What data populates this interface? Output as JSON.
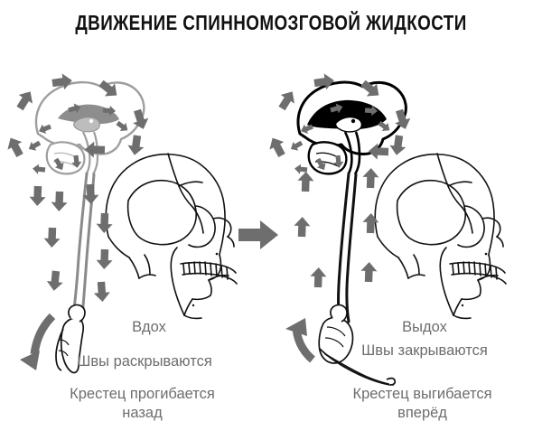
{
  "title": "ДВИЖЕНИЕ СПИННОМОЗГОВОЙ ЖИДКОСТИ",
  "colors": {
    "background": "#ffffff",
    "title_text": "#111111",
    "label_text": "#6d6d6d",
    "arrow_gray": "#6e6e6e",
    "brain_outline_inhale": "#9a9a9a",
    "brain_ventricle_inhale": "#8d8d8d",
    "brain_outline_exhale": "#000000",
    "brain_ventricle_exhale": "#000000",
    "spine_inhale": "#8a8a8a",
    "spine_exhale": "#111111",
    "skull_outline": "#111111",
    "sacrum_outline": "#111111"
  },
  "panels": [
    {
      "id": "inhale",
      "phase_label": "Вдох",
      "sutures_label": "Швы раскрываются",
      "sacrum_label": "Крестец прогибается\nназад",
      "flow_direction": "outward-down",
      "brain_style": "light-gray-outline",
      "sacrum_rotation": "backward",
      "curved_arrow_direction": "down"
    },
    {
      "id": "exhale",
      "phase_label": "Выдох",
      "sutures_label": "Швы закрываются",
      "sacrum_label": "Крестец выгибается\nвперёд",
      "flow_direction": "inward-up",
      "brain_style": "black-filled",
      "sacrum_rotation": "forward",
      "curved_arrow_direction": "up"
    }
  ],
  "divider": {
    "icon": "right-arrow-icon"
  },
  "anatomy": {
    "brain": "brain-sagittal-section",
    "skull": "skull-lateral-view",
    "spinal_cord": "spinal-cord",
    "sacrum": "sacrum-bone"
  }
}
